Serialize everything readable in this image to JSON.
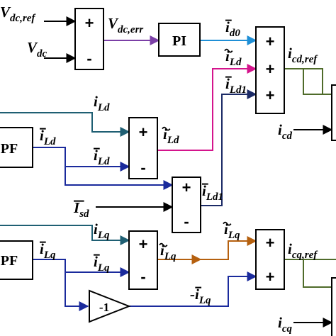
{
  "blocks": {
    "pi": "PI",
    "lpf_d": "PF",
    "lpf_q": "PF",
    "gain": "-1"
  },
  "signs": {
    "plus": "+",
    "minus": "-"
  },
  "signals": {
    "vdc_ref": {
      "base": "V",
      "sub": "dc,ref"
    },
    "vdc": {
      "base": "V",
      "sub": "dc"
    },
    "vdc_err": {
      "base": "V",
      "sub": "dc,err"
    },
    "id0": {
      "base": "i",
      "sub": "d0",
      "mark": "bar"
    },
    "iLd_tilde_top": {
      "base": "i",
      "sub": "Ld",
      "mark": "tilde"
    },
    "iLd1_bar_top": {
      "base": "i",
      "sub": "Ld1",
      "mark": "bar"
    },
    "icd_ref": {
      "base": "i",
      "sub": "cd,ref"
    },
    "icd": {
      "base": "i",
      "sub": "cd"
    },
    "iLd_in": {
      "base": "i",
      "sub": "Ld"
    },
    "iLd_bar_lpf": {
      "base": "i",
      "sub": "Ld",
      "mark": "bar"
    },
    "iLd_tilde_out": {
      "base": "i",
      "sub": "Ld",
      "mark": "tilde"
    },
    "iLd_bar_sub": {
      "base": "i",
      "sub": "Ld",
      "mark": "bar"
    },
    "iLd1_bar_out": {
      "base": "i",
      "sub": "Ld1",
      "mark": "bar"
    },
    "Isd": {
      "base": "I",
      "sub": "sd",
      "mark": "bar"
    },
    "iLq_in": {
      "base": "i",
      "sub": "Lq"
    },
    "iLq_bar_lpf": {
      "base": "i",
      "sub": "Lq",
      "mark": "bar"
    },
    "iLq_tilde_out": {
      "base": "i",
      "sub": "Lq",
      "mark": "tilde"
    },
    "iLq_tilde_top": {
      "base": "i",
      "sub": "Lq",
      "mark": "tilde"
    },
    "iLq_bar_sub": {
      "base": "i",
      "sub": "Lq",
      "mark": "bar"
    },
    "neg_iLq": {
      "base": "i",
      "sub": "Lq",
      "mark": "bar",
      "prefix": "-"
    },
    "icq_ref": {
      "base": "i",
      "sub": "cq,ref"
    },
    "icq": {
      "base": "i",
      "sub": "cq"
    }
  },
  "colors": {
    "black": "#000000",
    "purple": "#7b3fa6",
    "blue": "#1f8fd6",
    "magenta": "#d4148c",
    "navy": "#1b2a66",
    "teal": "#1f5f73",
    "darkblue": "#1a2a9c",
    "olive": "#4f6b2a",
    "orange": "#b5600f"
  }
}
